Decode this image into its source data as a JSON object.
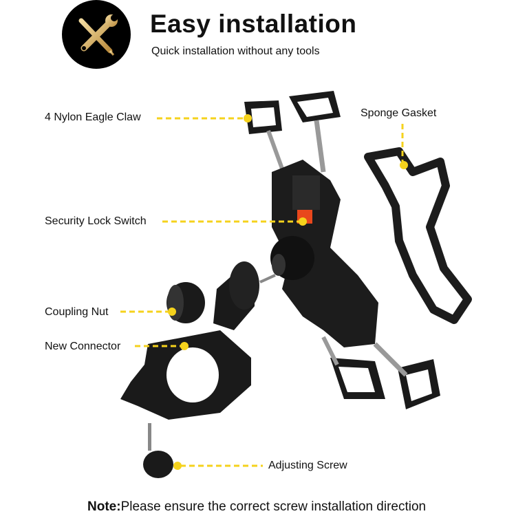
{
  "header": {
    "title": "Easy installation",
    "subtitle": "Quick installation without any tools",
    "icon": "wrench-screwdriver-icon"
  },
  "callouts": [
    {
      "label": "4 Nylon Eagle Claw"
    },
    {
      "label": "Sponge Gasket"
    },
    {
      "label": "Security Lock Switch"
    },
    {
      "label": "Coupling Nut"
    },
    {
      "label": "New Connector"
    },
    {
      "label": "Adjusting Screw"
    }
  ],
  "note": {
    "prefix": "Note:",
    "text": "Please ensure the correct screw installation direction"
  },
  "colors": {
    "accent": "#f5d21c",
    "icon_bg": "#000000",
    "icon_gold": "#d9b46a"
  }
}
